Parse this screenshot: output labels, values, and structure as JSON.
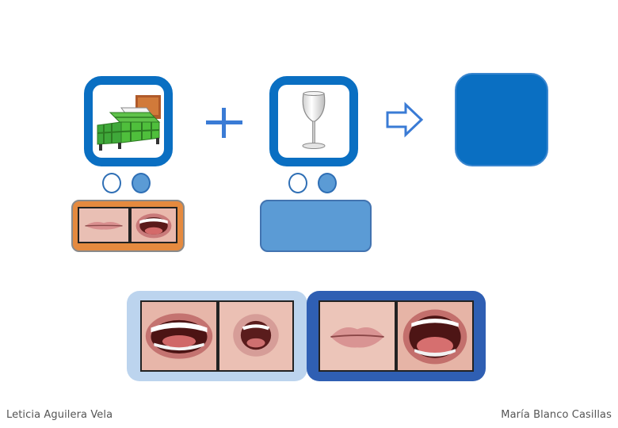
{
  "colors": {
    "accent_blue": "#0a6fc2",
    "light_blue": "#5b9bd5",
    "pale_blue": "#bcd4ee",
    "dark_blue": "#2f5fb3",
    "orange": "#e58a3f"
  },
  "pictograms": {
    "first": "bed-pictogram",
    "second": "wine-glass-pictogram",
    "operator": "plus-icon",
    "result_arrow": "arrow-right-icon"
  },
  "syllables": {
    "first": [
      "empty",
      "full"
    ],
    "second": [
      "empty",
      "full"
    ]
  },
  "footer": {
    "left_author": "Leticia Aguilera Vela",
    "right_author": "María Blanco Casillas"
  }
}
